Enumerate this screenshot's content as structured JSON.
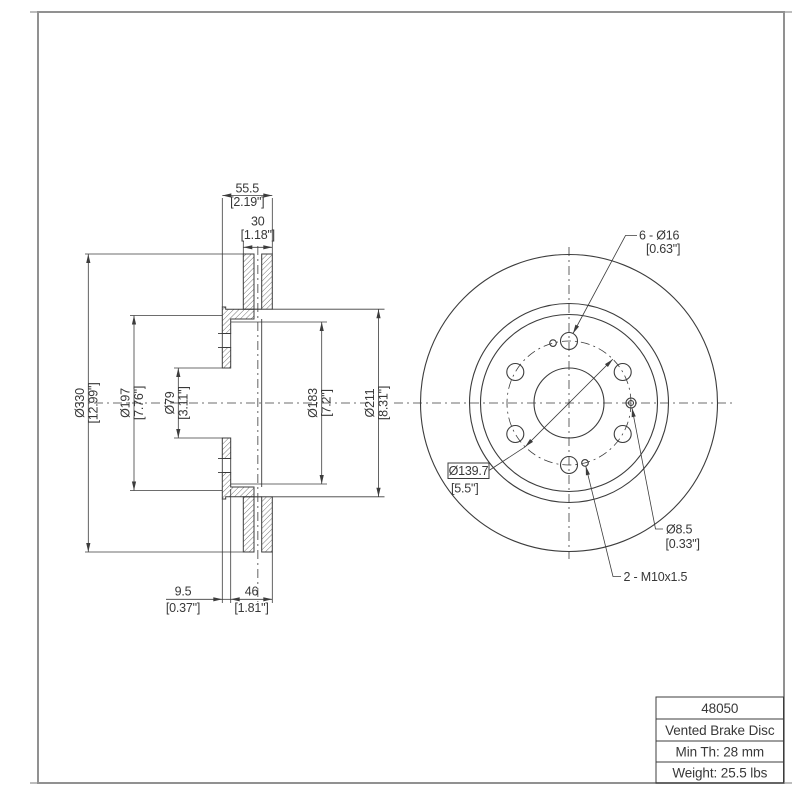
{
  "meta": {
    "line_color": "#3c3c3c",
    "border_color": "#919191",
    "background": "#ffffff"
  },
  "title_block": {
    "part_number": "48050",
    "product_name": "Vented Brake Disc",
    "min_thickness": "Min Th: 28 mm",
    "weight": "Weight: 25.5 lbs"
  },
  "section_view": {
    "total_width_mm": "55.5",
    "total_width_in": "[2.19\"]",
    "disc_thickness_mm": "30",
    "disc_thickness_in": "[1.18\"]",
    "outer_diameter_mm": "Ø330",
    "outer_diameter_in": "[12.99\"]",
    "hat_diameter_mm": "Ø197",
    "hat_diameter_in": "[7.76\"]",
    "bore_diameter_mm": "Ø79",
    "bore_diameter_in": "[3.11\"]",
    "inner_diameter_mm": "Ø183",
    "inner_diameter_in": "[7.2\"]",
    "step_diameter_mm": "Ø211",
    "step_diameter_in": "[8.31\"]",
    "flange_thickness_mm": "9.5",
    "flange_thickness_in": "[0.37\"]",
    "hat_depth_mm": "46",
    "hat_depth_in": "[1.81\"]"
  },
  "front_view": {
    "lug_holes": "6 - Ø16",
    "lug_holes_in": "[0.63\"]",
    "bolt_circle_mm": "Ø139.7",
    "bolt_circle_in": "[5.5\"]",
    "pilot_hole": "Ø8.5",
    "pilot_hole_in": "[0.33\"]",
    "thread_holes": "2 - M10x1.5"
  }
}
